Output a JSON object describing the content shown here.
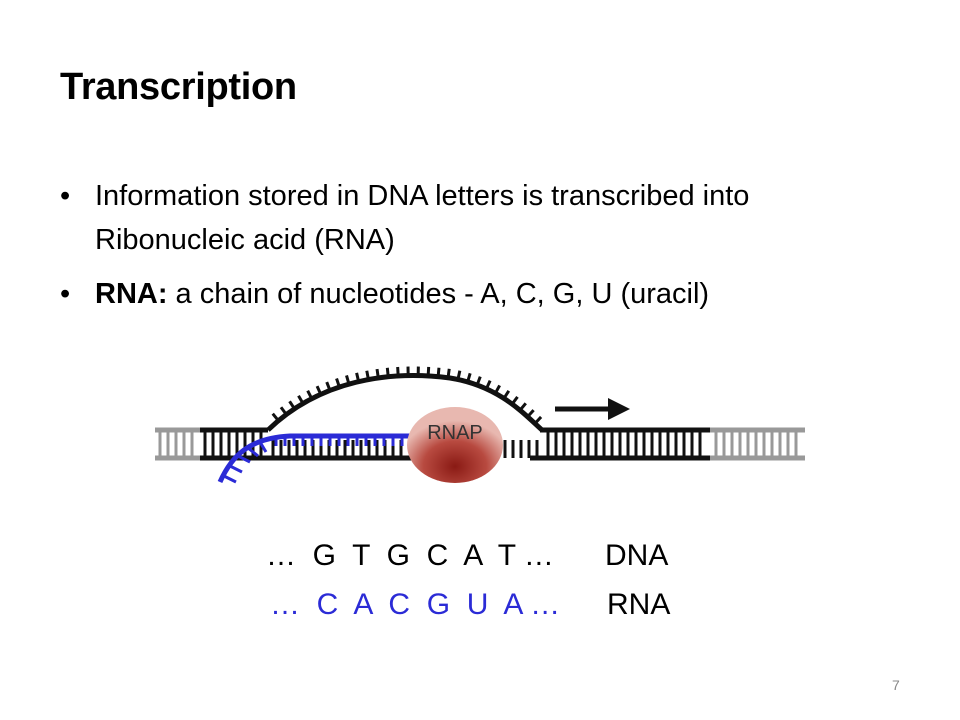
{
  "slide": {
    "title": "Transcription",
    "bullets": [
      {
        "marker": "•",
        "text": "Information stored in DNA letters is transcribed into Ribonucleic acid (RNA)"
      },
      {
        "marker": "•",
        "term": "RNA:",
        "text": " a chain of nucleotides - A, C, G, U (uracil)"
      }
    ],
    "diagram": {
      "enzyme_label": "RNAP",
      "dna_sequence": "…  G  T  G  C  A  T …",
      "dna_label": "DNA",
      "rna_sequence": "…  C  A  C  G  U  A …",
      "rna_label": "RNA"
    },
    "page_number": "7"
  },
  "colors": {
    "rna": "#2b2bd6",
    "dna_strand": "#111111",
    "dna_faded": "#999999",
    "rnap": "#b5493f"
  }
}
